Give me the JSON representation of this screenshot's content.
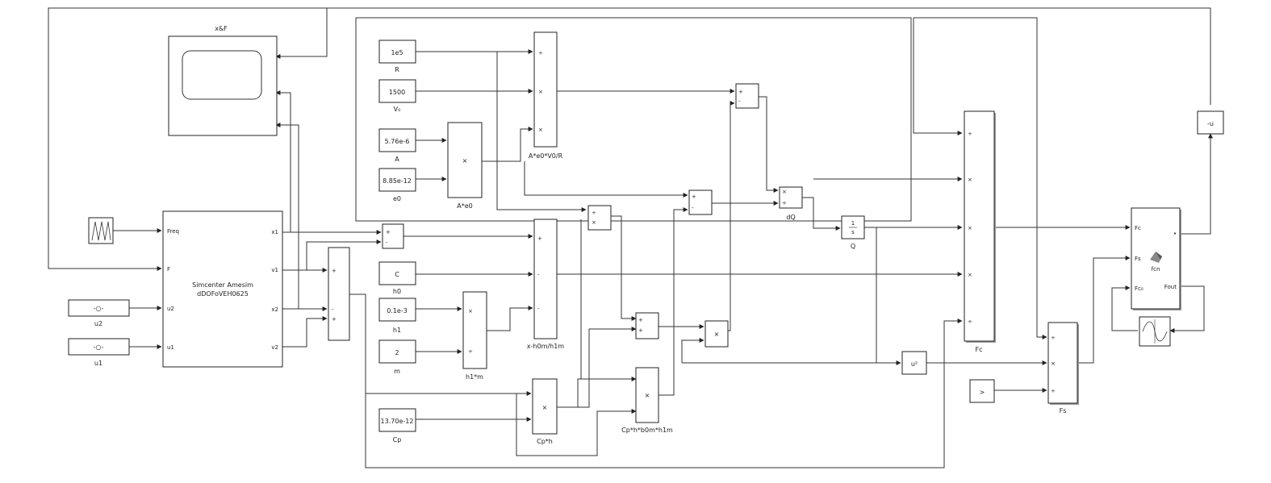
{
  "blocks": {
    "scope": {
      "label": "x&F"
    },
    "R": {
      "value": "1e5",
      "label": "R"
    },
    "V0": {
      "value": "1500",
      "label": "V₀"
    },
    "A": {
      "value": "5.76e-6",
      "label": "A"
    },
    "e0": {
      "value": "8.85e-12",
      "label": "e0"
    },
    "A_e0": {
      "label": "A*e0"
    },
    "AeV0R": {
      "label": "A*e0*V0/R"
    },
    "simcenter": {
      "title_line1": "Simcenter Amesim",
      "title_line2": "dDOFoVEH0625",
      "in_freq": "Freq",
      "in_F": "F",
      "in_u2": "u2",
      "in_u1": "u1",
      "out_x1": "x1",
      "out_v1": "v1",
      "out_x2": "x2",
      "out_v2": "v2"
    },
    "src_u2": {
      "label": "u2"
    },
    "src_u1": {
      "label": "u1"
    },
    "h0": {
      "value": "C",
      "label": "h0"
    },
    "h1": {
      "value": "0.1e-3",
      "label": "h1"
    },
    "m": {
      "value": "2",
      "label": "m"
    },
    "hsum": {
      "label": "x-h0m/h1m"
    },
    "h1m": {
      "label": "h1*m"
    },
    "Cp": {
      "value": "13.70e-12",
      "label": "Cp"
    },
    "Cph": {
      "label": "Cp*h"
    },
    "Cphmul": {
      "label": "Cp*h*b0m*h1m"
    },
    "dQ": {
      "label": "dQ"
    },
    "Q": {
      "label": "Q"
    },
    "Fc": {
      "label": "Fc"
    },
    "Fs": {
      "label": "Fs"
    },
    "sq": {
      "label": "u²"
    },
    "const_gain": {
      "label": ">"
    },
    "neg": {
      "label": "-u"
    },
    "fc_block": {
      "in1": "Fc",
      "in2": "Fs",
      "in3": "Fc₀",
      "out": "Fout",
      "icon_label": "fcn"
    }
  }
}
